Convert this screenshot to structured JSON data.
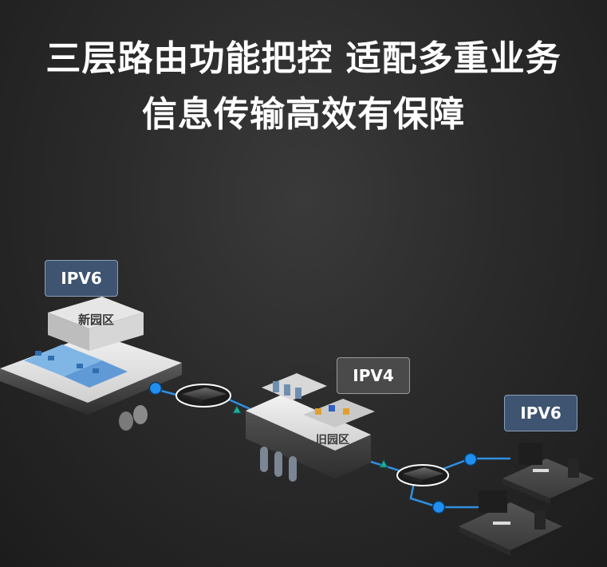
{
  "headline": {
    "line1": "三层路由功能把控 适配多重业务",
    "line2": "信息传输高效有保障"
  },
  "zones": {
    "new_campus": {
      "label": "新园区",
      "protocol": "IPV6"
    },
    "old_campus": {
      "label": "旧园区",
      "protocol": "IPV4"
    },
    "remote_sites": {
      "protocol": "IPV6"
    }
  },
  "colors": {
    "background": "#2b2b2b",
    "headline_text": "#ffffff",
    "link_line": "#2f8fe0",
    "link_node": "#1f8ff0",
    "triangle_marker": "#1fae9a",
    "ipv6_tag": "#3e5470",
    "ipv4_tag": "#4a4a4a"
  },
  "icons": [
    "switch-icon",
    "router-icon",
    "triangle-marker-icon"
  ]
}
